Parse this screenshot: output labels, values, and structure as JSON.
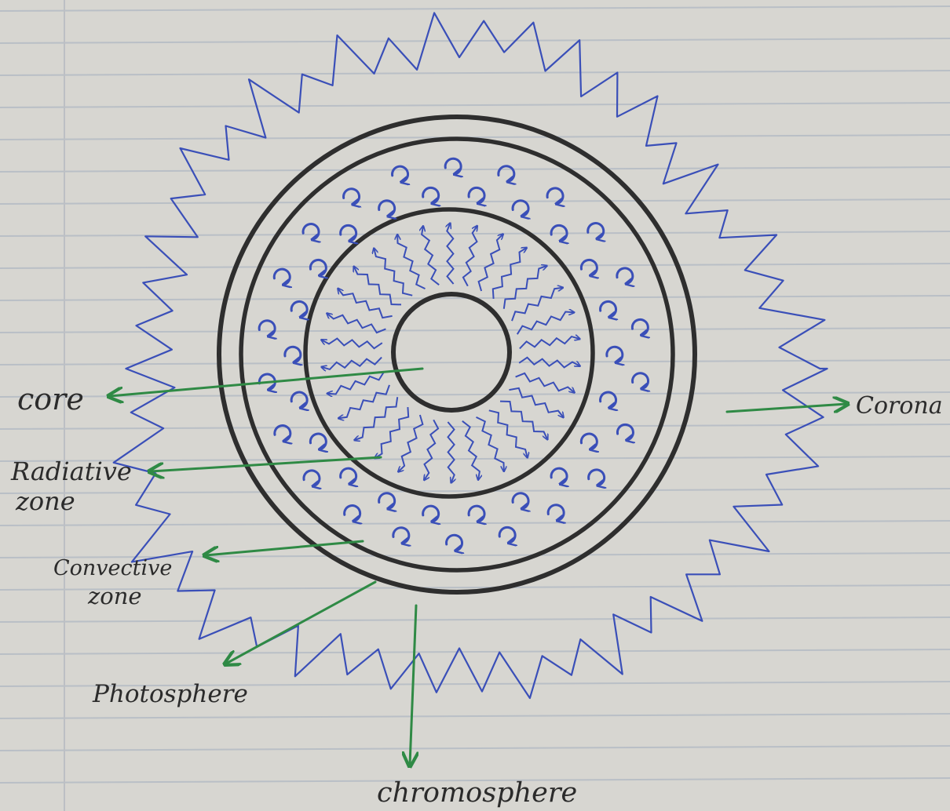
{
  "labels": {
    "core": "core",
    "radiative_line1": "Radiative",
    "radiative_line2": "zone",
    "convective_line1": "Convective",
    "convective_line2": "zone",
    "photosphere": "Photosphere",
    "chromosphere": "chromosphere",
    "corona": "Corona"
  },
  "colors": {
    "paper": "#d7d6d1",
    "ruled_line": "#b9bfc6",
    "ink_black": "#2e2e2e",
    "ink_blue": "#3a4fb8",
    "ink_green": "#2f8a45"
  }
}
